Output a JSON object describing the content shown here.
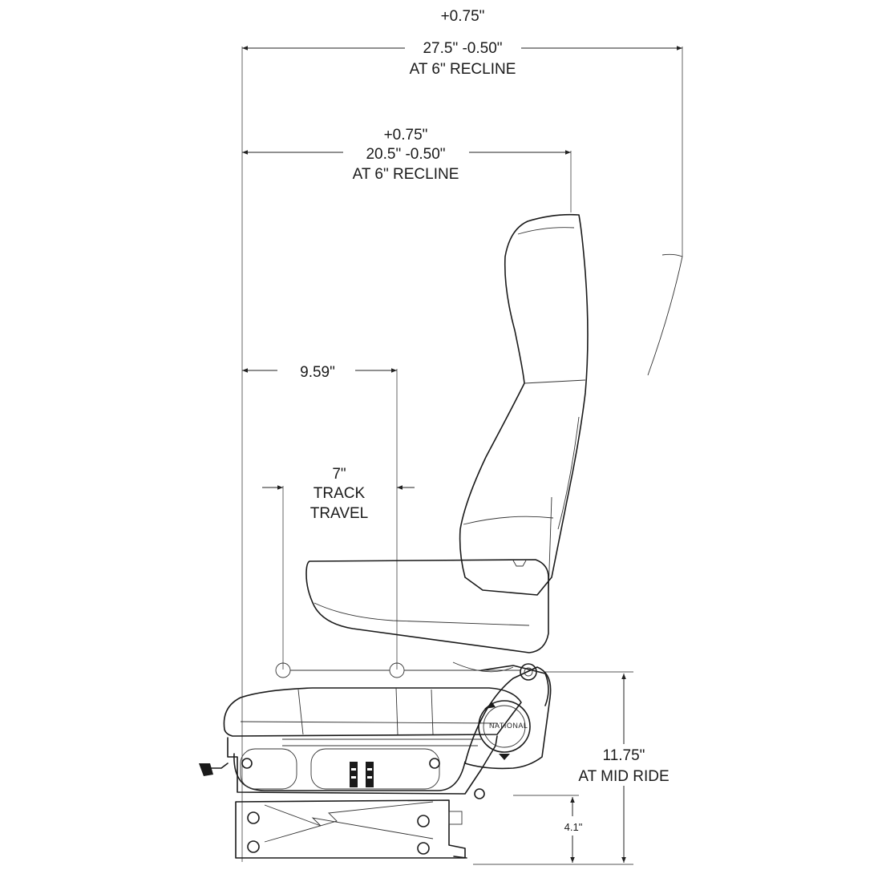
{
  "dimensions": {
    "overall_width": {
      "tol_plus": "+0.75\"",
      "value": "27.5\"  -0.50\"",
      "note": "AT 6\" RECLINE"
    },
    "back_width": {
      "tol_plus": "+0.75\"",
      "value": "20.5\"  -0.50\"",
      "note": "AT 6\" RECLINE"
    },
    "seat_offset": {
      "value": "9.59\""
    },
    "track_travel": {
      "value": "7\"",
      "line1": "TRACK",
      "line2": "TRAVEL"
    },
    "height": {
      "value": "11.75\"",
      "note": "AT MID RIDE"
    },
    "base_height": {
      "value": "4.1\""
    }
  },
  "logo": {
    "text": "NATIONAL"
  }
}
